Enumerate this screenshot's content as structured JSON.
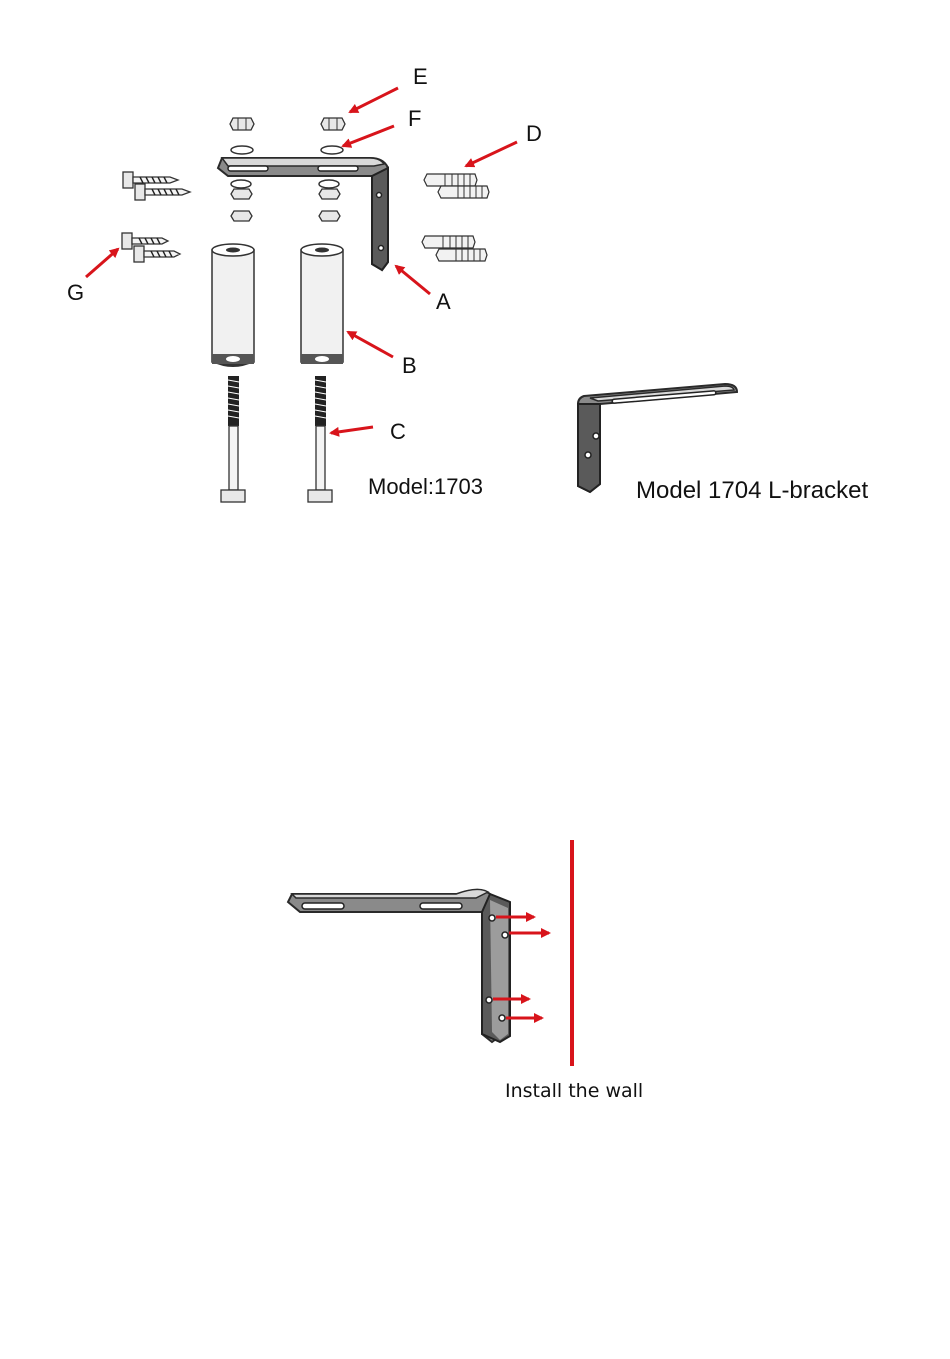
{
  "callouts": {
    "A": "A",
    "B": "B",
    "C": "C",
    "D": "D",
    "E": "E",
    "F": "F",
    "G": "G"
  },
  "models": {
    "m1703": "Model:1703",
    "m1704": "Model 1704 L-bracket"
  },
  "install": {
    "label": "Install the wall"
  },
  "colors": {
    "arrow": "#d8141b",
    "wall_line": "#d8141b",
    "metal": "#8a8a8a",
    "outline": "#2a2a2a"
  }
}
